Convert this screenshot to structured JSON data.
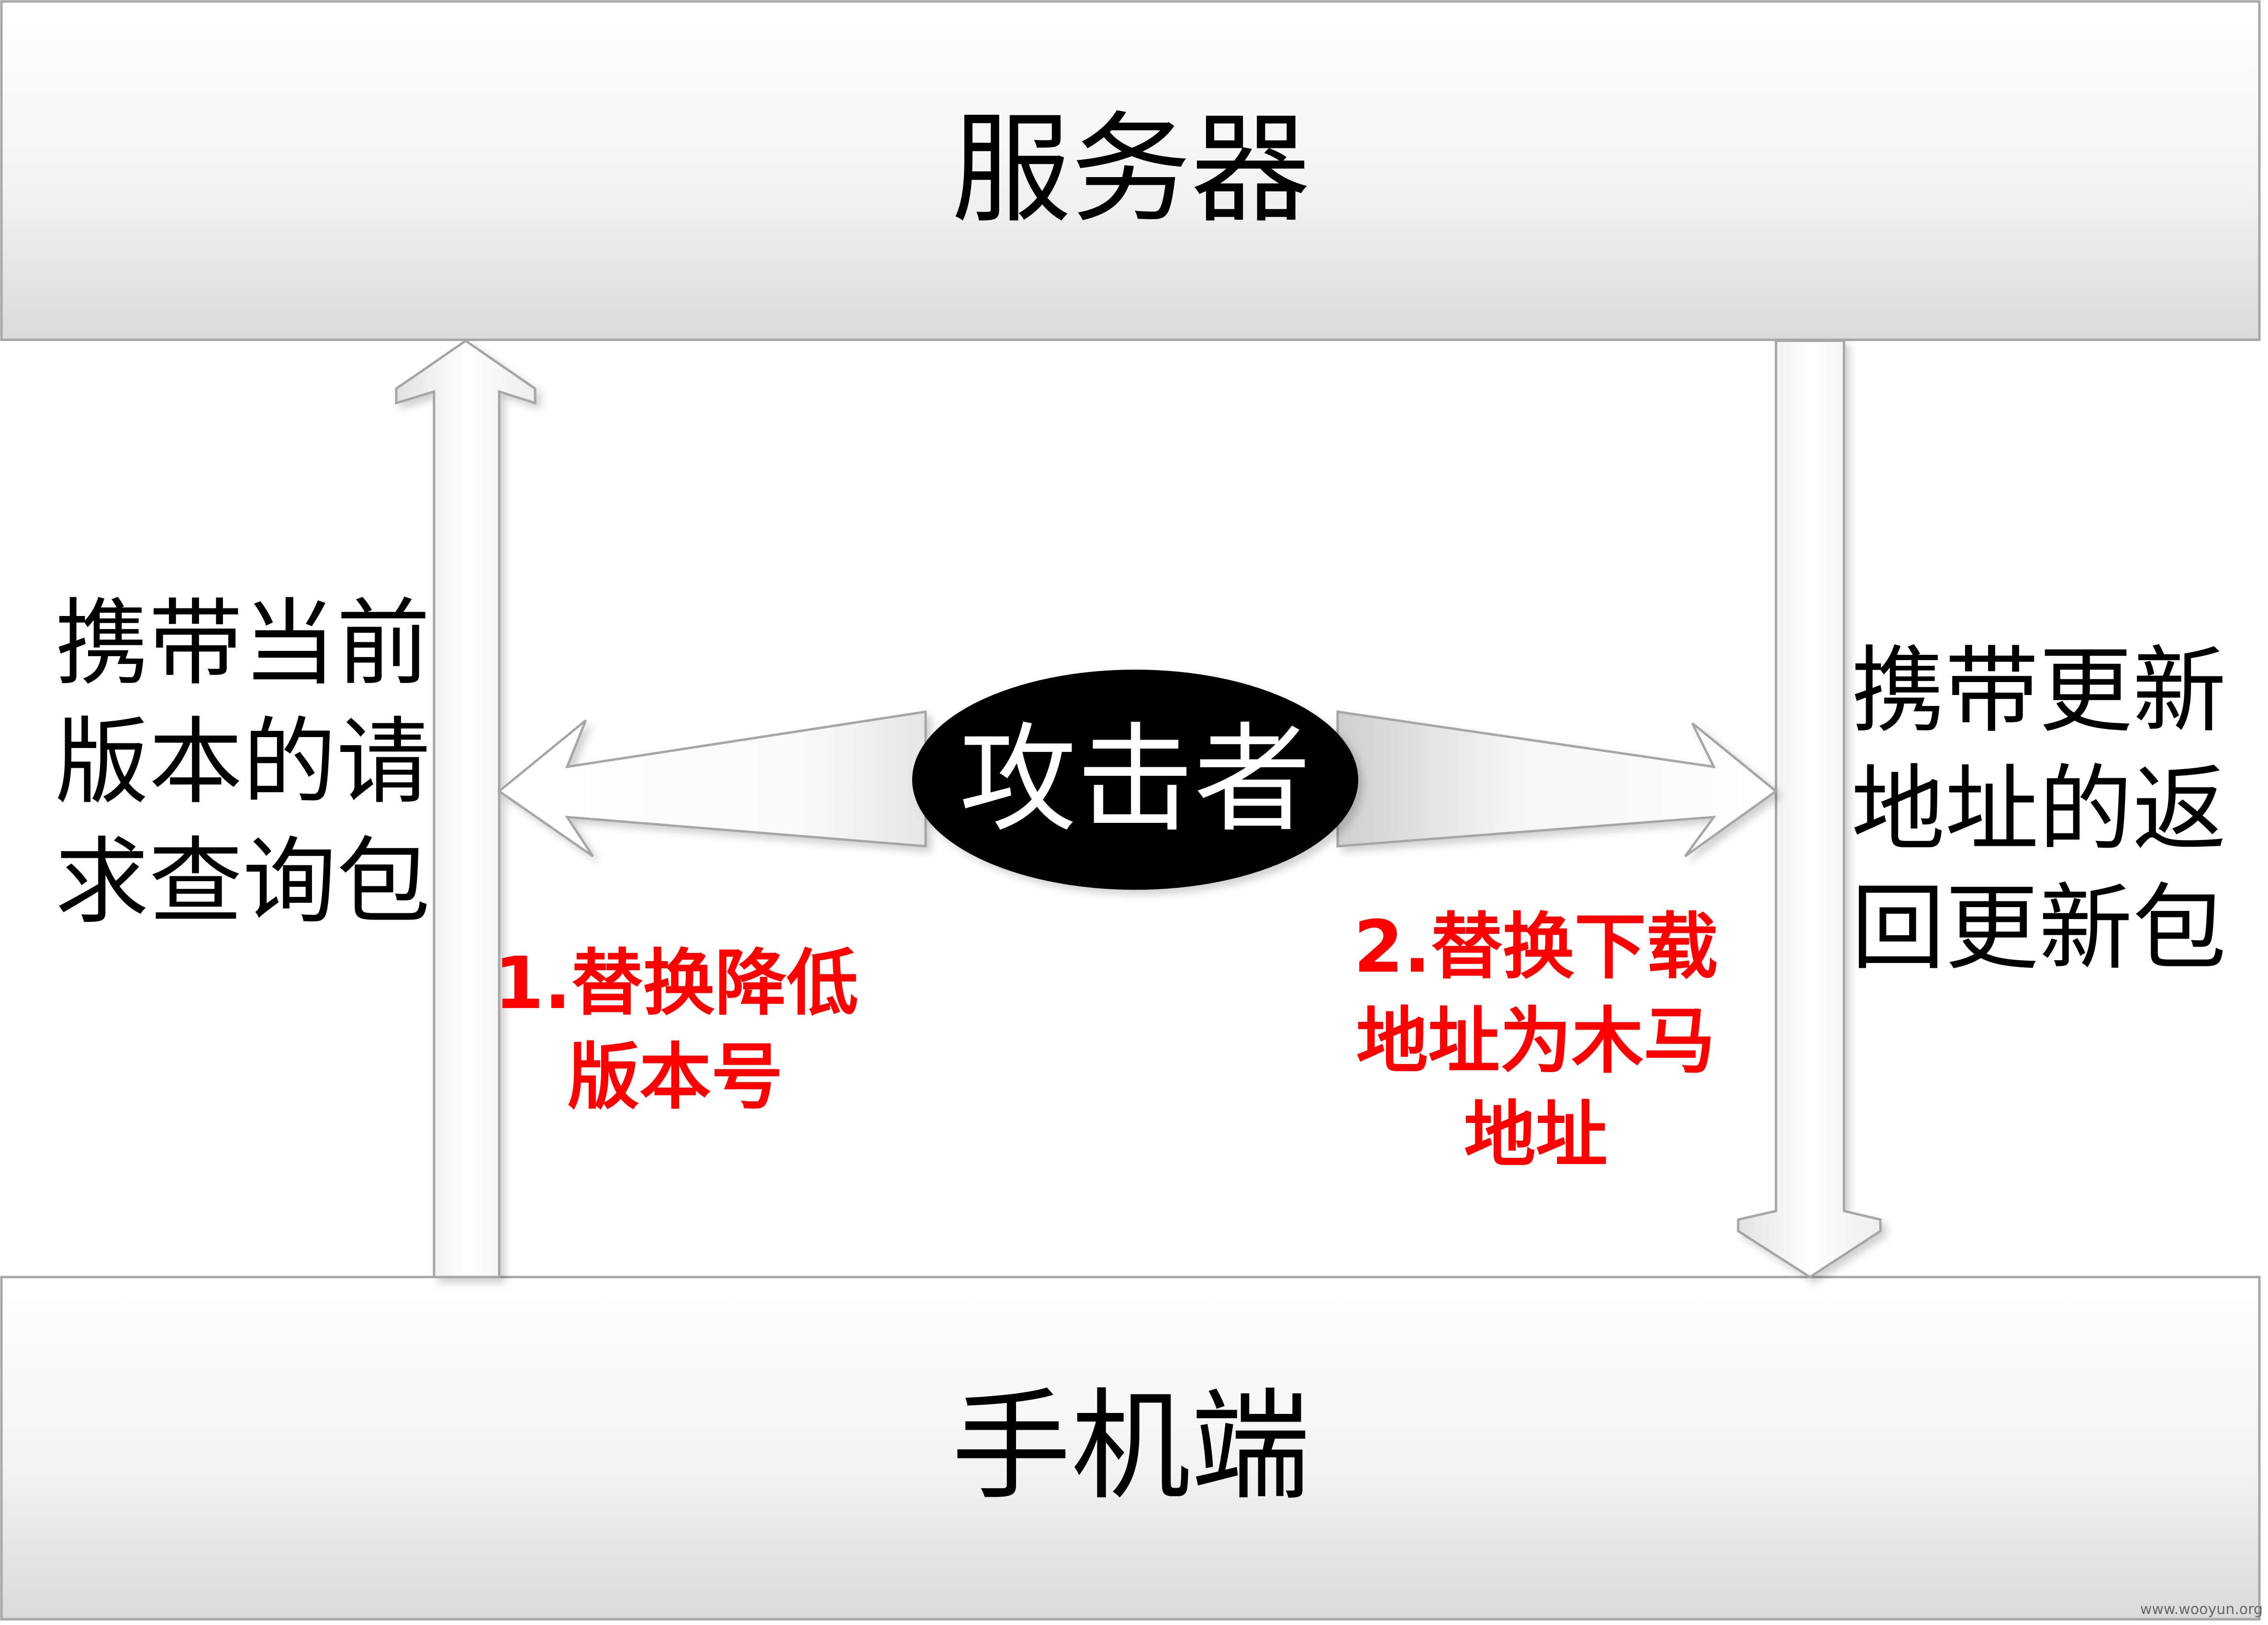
{
  "server_box": {
    "label": "服务器"
  },
  "phone_box": {
    "label": "手机端"
  },
  "attacker": {
    "label": "攻击者"
  },
  "left_note": {
    "lines": [
      "携带当前",
      "版本的请",
      "求查询包"
    ]
  },
  "right_note": {
    "lines": [
      "携带更新",
      "地址的返",
      "回更新包"
    ]
  },
  "step1": {
    "lines": [
      "1.替换降低",
      "版本号"
    ]
  },
  "step2": {
    "lines": [
      "2.替换下载",
      "地址为木马",
      "地址"
    ]
  },
  "watermark": "www.wooyun.org",
  "colors": {
    "step_text": "#ff0000",
    "attacker_fill": "#000000",
    "box_border": "#a6a6a6"
  }
}
